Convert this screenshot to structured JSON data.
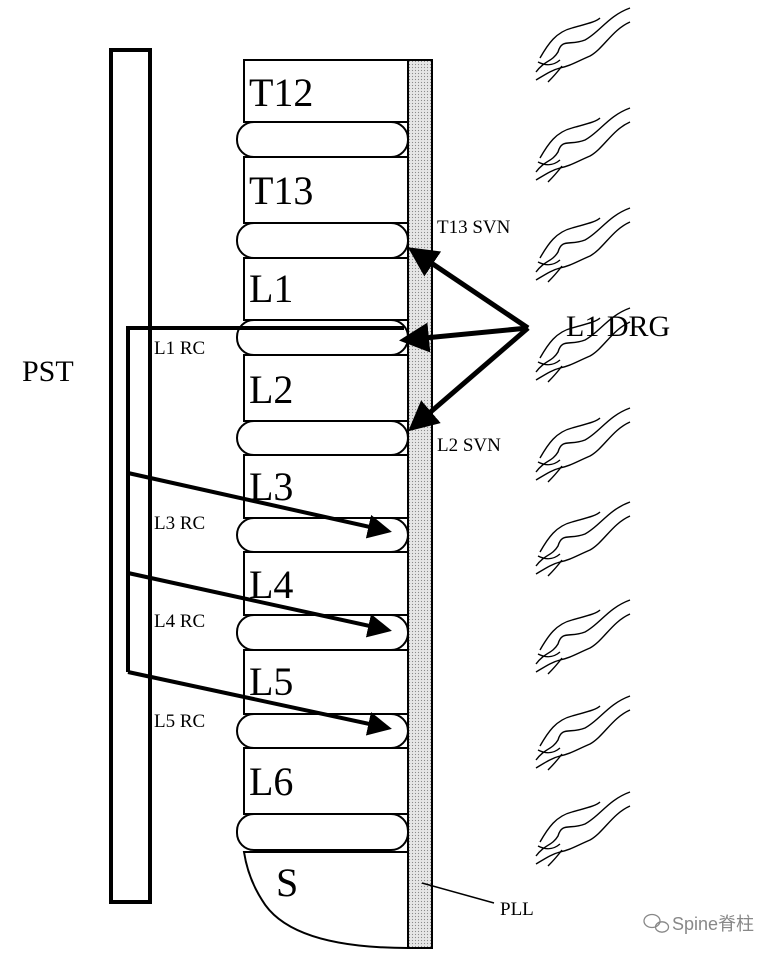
{
  "labels": {
    "pst": "PST",
    "l1_drg": "L1 DRG",
    "t13_svn": "T13 SVN",
    "l2_svn": "L2 SVN",
    "l1_rc": "L1 RC",
    "l3_rc": "L3 RC",
    "l4_rc": "L4 RC",
    "l5_rc": "L5 RC",
    "pll": "PLL"
  },
  "vertebrae": [
    "T12",
    "T13",
    "L1",
    "L2",
    "L3",
    "L4",
    "L5",
    "L6",
    "S"
  ],
  "watermark": {
    "text": "Spine脊柱",
    "icon": "wechat-icon"
  },
  "colors": {
    "ink": "#000000",
    "pll_fill": "#d9d9d9",
    "background": "#ffffff",
    "watermark": "#888888"
  }
}
